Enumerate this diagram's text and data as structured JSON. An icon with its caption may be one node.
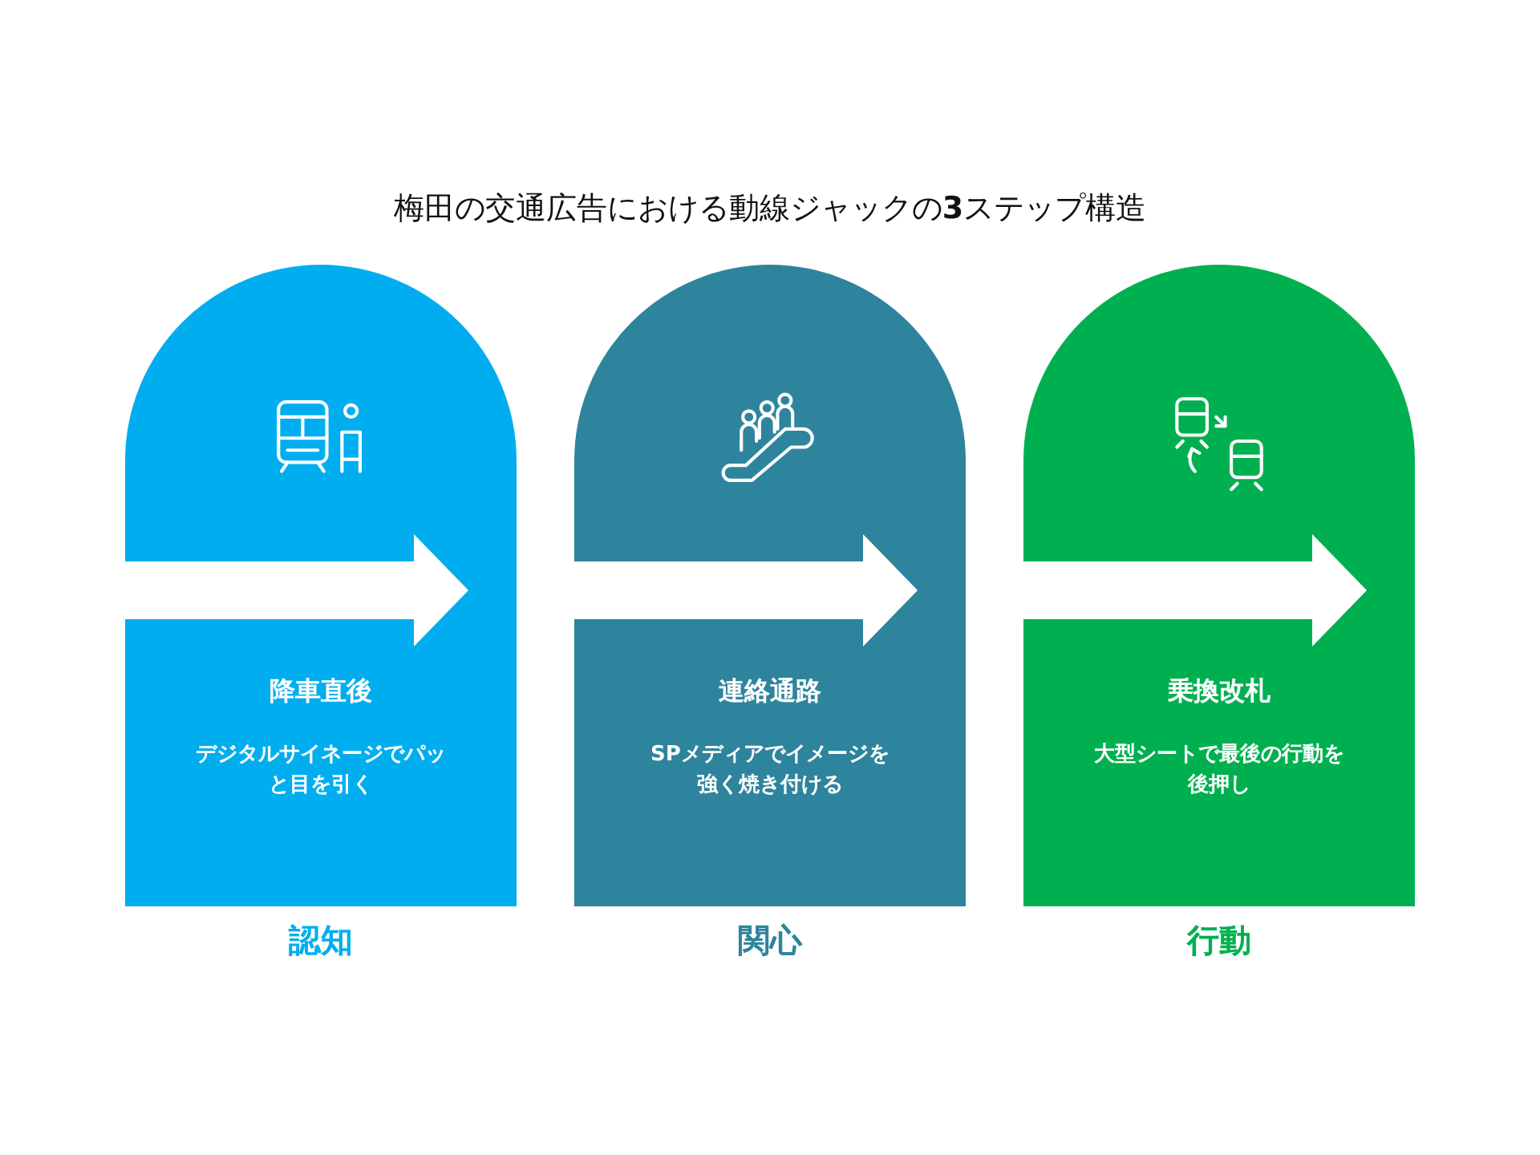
{
  "diagram": {
    "title": "梅田の交通広告における動線ジャックの**3**ステップ構造",
    "nodes": [
      {
        "text": [
          "降車直後",
          "デジタルサイネージでパッと目を引く"
        ],
        "beside": [
          "認知"
        ]
      },
      {
        "text": [
          "連絡通路",
          "SPメディアでイメージを強く焼き付ける"
        ],
        "beside": [
          "関心"
        ]
      },
      {
        "text": [
          "乗換改札",
          "大型シートで最後の行動を後押し"
        ],
        "beside": [
          "行動"
        ]
      }
    ]
  }
}
